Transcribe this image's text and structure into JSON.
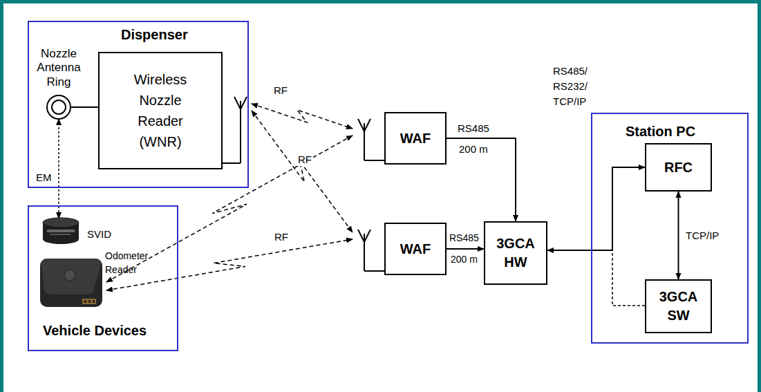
{
  "diagram": {
    "nodes": [
      {
        "text": [
          "Dispenser"
        ]
      },
      {
        "text": [
          "Nozzle Antenna Ring"
        ],
        "in": 0
      },
      {
        "text": [
          "Wireless Nozzle Reader (WNR)"
        ],
        "in": 0
      },
      {
        "text": [
          "Vehicle Devices"
        ]
      },
      {
        "text": [
          "SVID"
        ],
        "in": 3
      },
      {
        "text": [
          "Odometer Reader"
        ],
        "in": 3
      },
      {
        "text": [
          "WAF"
        ]
      },
      {
        "text": [
          "WAF"
        ]
      },
      {
        "text": [
          "3GCA HW"
        ]
      },
      {
        "text": [
          "Station PC"
        ]
      },
      {
        "text": [
          "RFC"
        ],
        "in": 9
      },
      {
        "text": [
          "3GCA SW"
        ],
        "in": 9
      }
    ],
    "edges": [
      {
        "from": 1,
        "to": 2,
        "arrow": "none"
      },
      {
        "from": 1,
        "to": 4,
        "arrow": "both",
        "label": "EM"
      },
      {
        "from": 2,
        "to": 6,
        "arrow": "both",
        "label": "RF"
      },
      {
        "from": 2,
        "to": 7,
        "arrow": "both"
      },
      {
        "from": 5,
        "to": 6,
        "arrow": "both",
        "label": "RF"
      },
      {
        "from": 5,
        "to": 7,
        "arrow": "both",
        "label": "RF"
      },
      {
        "from": 6,
        "to": 8,
        "arrow": "to",
        "label": "RS485"
      },
      {
        "from": 7,
        "to": 8,
        "arrow": "to",
        "label": "RS485"
      },
      {
        "from": 8,
        "to": 10,
        "arrow": "both",
        "label": "RS485/ RS232/ TCP/IP"
      },
      {
        "from": 10,
        "to": 11,
        "arrow": "both",
        "label": "TCP/IP"
      },
      {
        "from": 11,
        "to": 8,
        "arrow": "none"
      }
    ],
    "labels": [
      "200 m",
      "200 m"
    ]
  }
}
